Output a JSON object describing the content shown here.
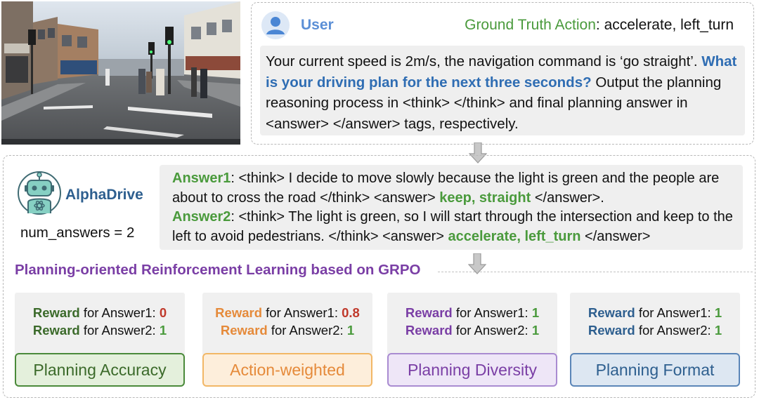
{
  "user": {
    "label": "User",
    "ground_truth_label": "Ground Truth Action",
    "ground_truth_value": "accelerate, left_turn",
    "prompt_part1": "Your current speed is 2m/s, the navigation command is ‘go straight’. ",
    "prompt_question": "What is your driving plan for the next three seconds?",
    "prompt_part2": " Output the planning reasoning process in <think> </think> and final planning answer in <answer> </answer> tags, respectively."
  },
  "model": {
    "name": "AlphaDrive",
    "num_answers": "num_answers = 2"
  },
  "answers": [
    {
      "label": "Answer1",
      "text_before": ": <think> I decide to move slowly because the light is green and the people are about to cross the road </think> <answer> ",
      "action": "keep, straight",
      "text_after": " </answer>."
    },
    {
      "label": "Answer2",
      "text_before": ": <think> The light is green, so I will start through the intersection and keep to the left to avoid pedestrians. </think> <answer> ",
      "action": "accelerate, left_turn",
      "text_after": " </answer>"
    }
  ],
  "grpo_title": "Planning-oriented Reinforcement Learning based on GRPO",
  "rewards": [
    {
      "name": "Planning Accuracy",
      "accent": "#4a8a3a",
      "fill": "#e4f0dc",
      "label_color": "#3b6a2a",
      "reward_word": "Reward",
      "line1": " for Answer1: ",
      "value1": "0",
      "value1_color": "#c0392b",
      "line2": " for Answer2: ",
      "value2": "1",
      "value2_color": "#4a9a3c"
    },
    {
      "name": "Action-weighted",
      "accent": "#f2b766",
      "fill": "#fdeedb",
      "label_color": "#e58a3a",
      "reward_word": "Reward",
      "line1": " for Answer1: ",
      "value1": "0.8",
      "value1_color": "#c0392b",
      "line2": " for Answer2: ",
      "value2": "1",
      "value2_color": "#4a9a3c"
    },
    {
      "name": "Planning Diversity",
      "accent": "#a98bd1",
      "fill": "#eee6f7",
      "label_color": "#7a3ea5",
      "reward_word": "Reward",
      "line1": " for Answer1: ",
      "value1": "1",
      "value1_color": "#4a9a3c",
      "line2": " for Answer2: ",
      "value2": "1",
      "value2_color": "#4a9a3c"
    },
    {
      "name": "Planning Format",
      "accent": "#5b86b8",
      "fill": "#dde7f2",
      "label_color": "#2e5f8f",
      "reward_word": "Reward",
      "line1": " for Answer1: ",
      "value1": "1",
      "value1_color": "#4a9a3c",
      "line2": " for Answer2: ",
      "value2": "1",
      "value2_color": "#4a9a3c"
    }
  ]
}
